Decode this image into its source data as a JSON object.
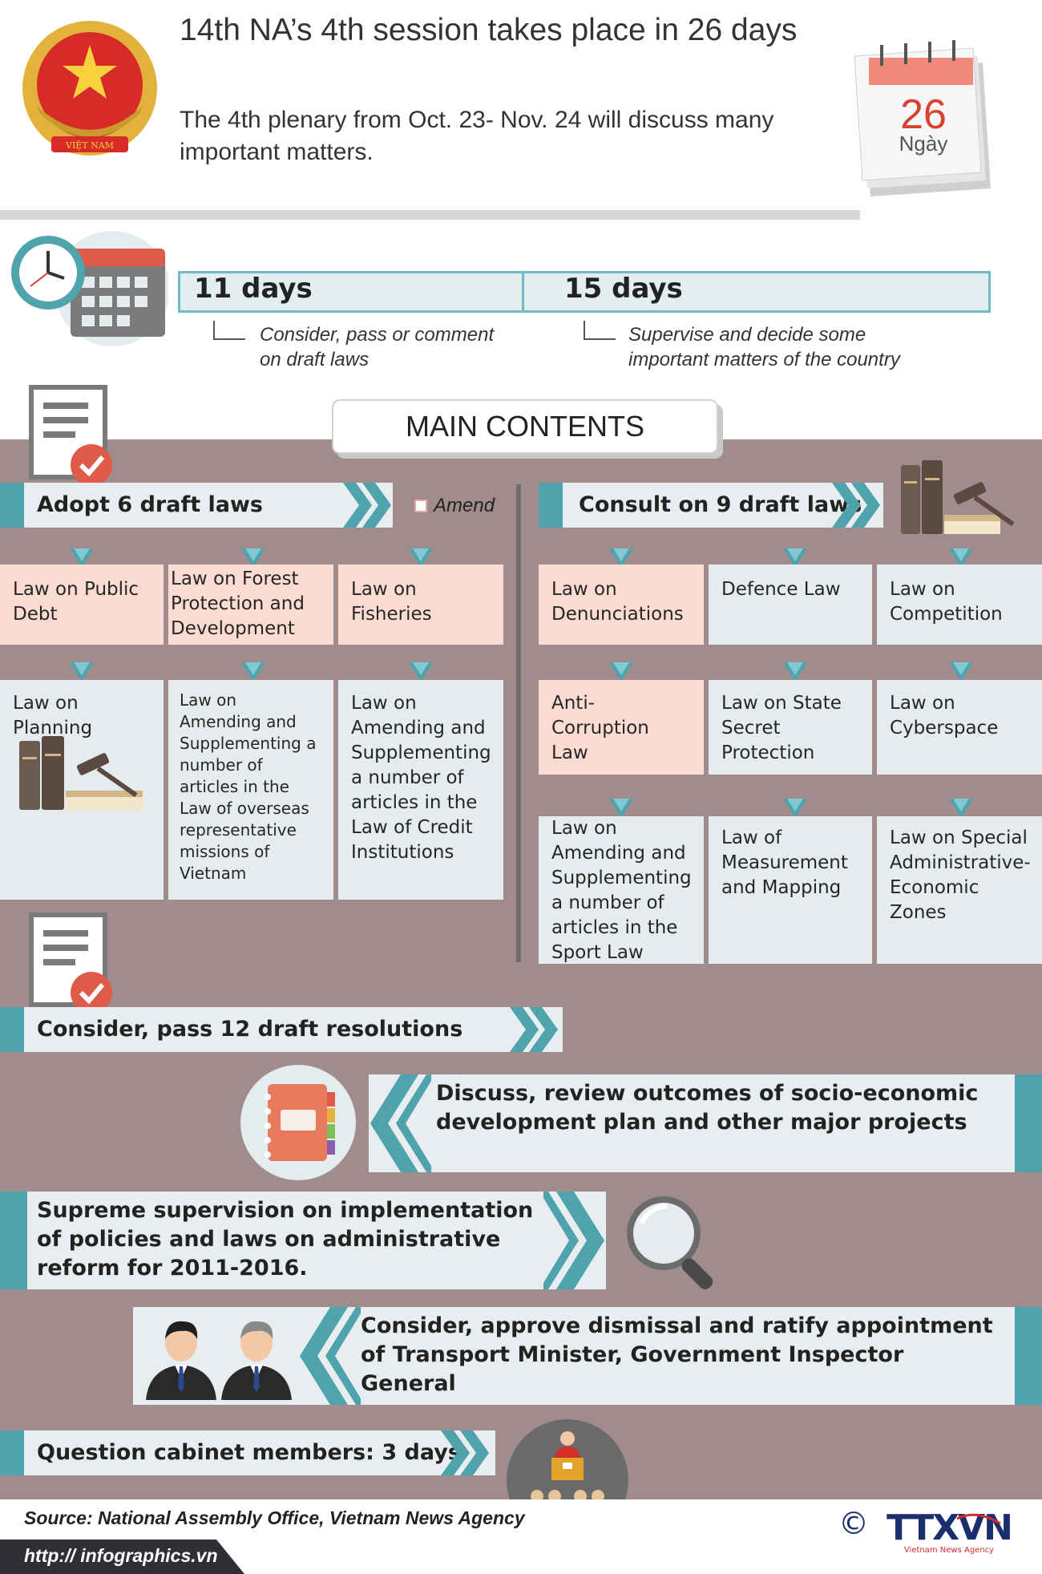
{
  "header": {
    "title": "14th NA’s 4th session takes place in 26 days",
    "subtitle": "The 4th plenary from Oct. 23- Nov. 24 will discuss many important matters.",
    "emblem_text": "VIỆT NAM",
    "calendar_number": "26",
    "calendar_word": "Ngày"
  },
  "days": [
    {
      "label": "11 days",
      "description_line1": "Consider, pass or comment",
      "description_line2": "on draft laws"
    },
    {
      "label": "15 days",
      "description_line1": "Supervise and decide some",
      "description_line2": "important matters of the country"
    }
  ],
  "main_title": "MAIN CONTENTS",
  "adopt": {
    "label": "Adopt 6 draft laws",
    "amend_legend": "Amend",
    "laws": [
      "Law on Public Debt",
      "Law on Forest Protection and Development",
      "Law on Fisheries",
      "Law on Planning",
      "Law on Amending and Supplementing a number of articles in the Law of overseas representative missions of Vietnam",
      "Law on Amending and Supplementing a number of articles in the Law of Credit Institutions"
    ]
  },
  "consult": {
    "label": "Consult on 9 draft laws",
    "laws": [
      "Law on Denunciations",
      "Defence Law",
      "Law on Competition",
      "Anti-Corruption Law",
      "Law on State Secret Protection",
      "Law on Cyberspace",
      "Law on Amending and Supplementing a number of articles in the Sport Law",
      "Law of Measurement and Mapping",
      "Law on Special Administrative-Economic Zones"
    ]
  },
  "resolutions": {
    "label": "Consider, pass 12 draft resolutions"
  },
  "items": [
    {
      "label": "Discuss, review outcomes of socio-economic development plan and other major projects"
    },
    {
      "label": "Supreme supervision on implementation of policies and laws on administrative reform for 2011-2016."
    },
    {
      "label": "Consider, approve dismissal and ratify appointment of Transport Minister, Government Inspector General"
    },
    {
      "label": "Question cabinet members: 3 days"
    }
  ],
  "footer": {
    "source": "Source: National Assembly Office, Vietnam News Agency",
    "url": "http:// infographics.vn",
    "copyright": "©",
    "logo_text": "TTXVN",
    "logo_subtext": "Vietnam News Agency"
  },
  "colors": {
    "mauve_background": "#a08c8c",
    "teal_accent": "#4fa3ad",
    "pink_cell": "#fcdcd2",
    "light_cell": "#e6ecee",
    "emblem_red": "#d62b27",
    "emblem_gold": "#e3b23c"
  }
}
